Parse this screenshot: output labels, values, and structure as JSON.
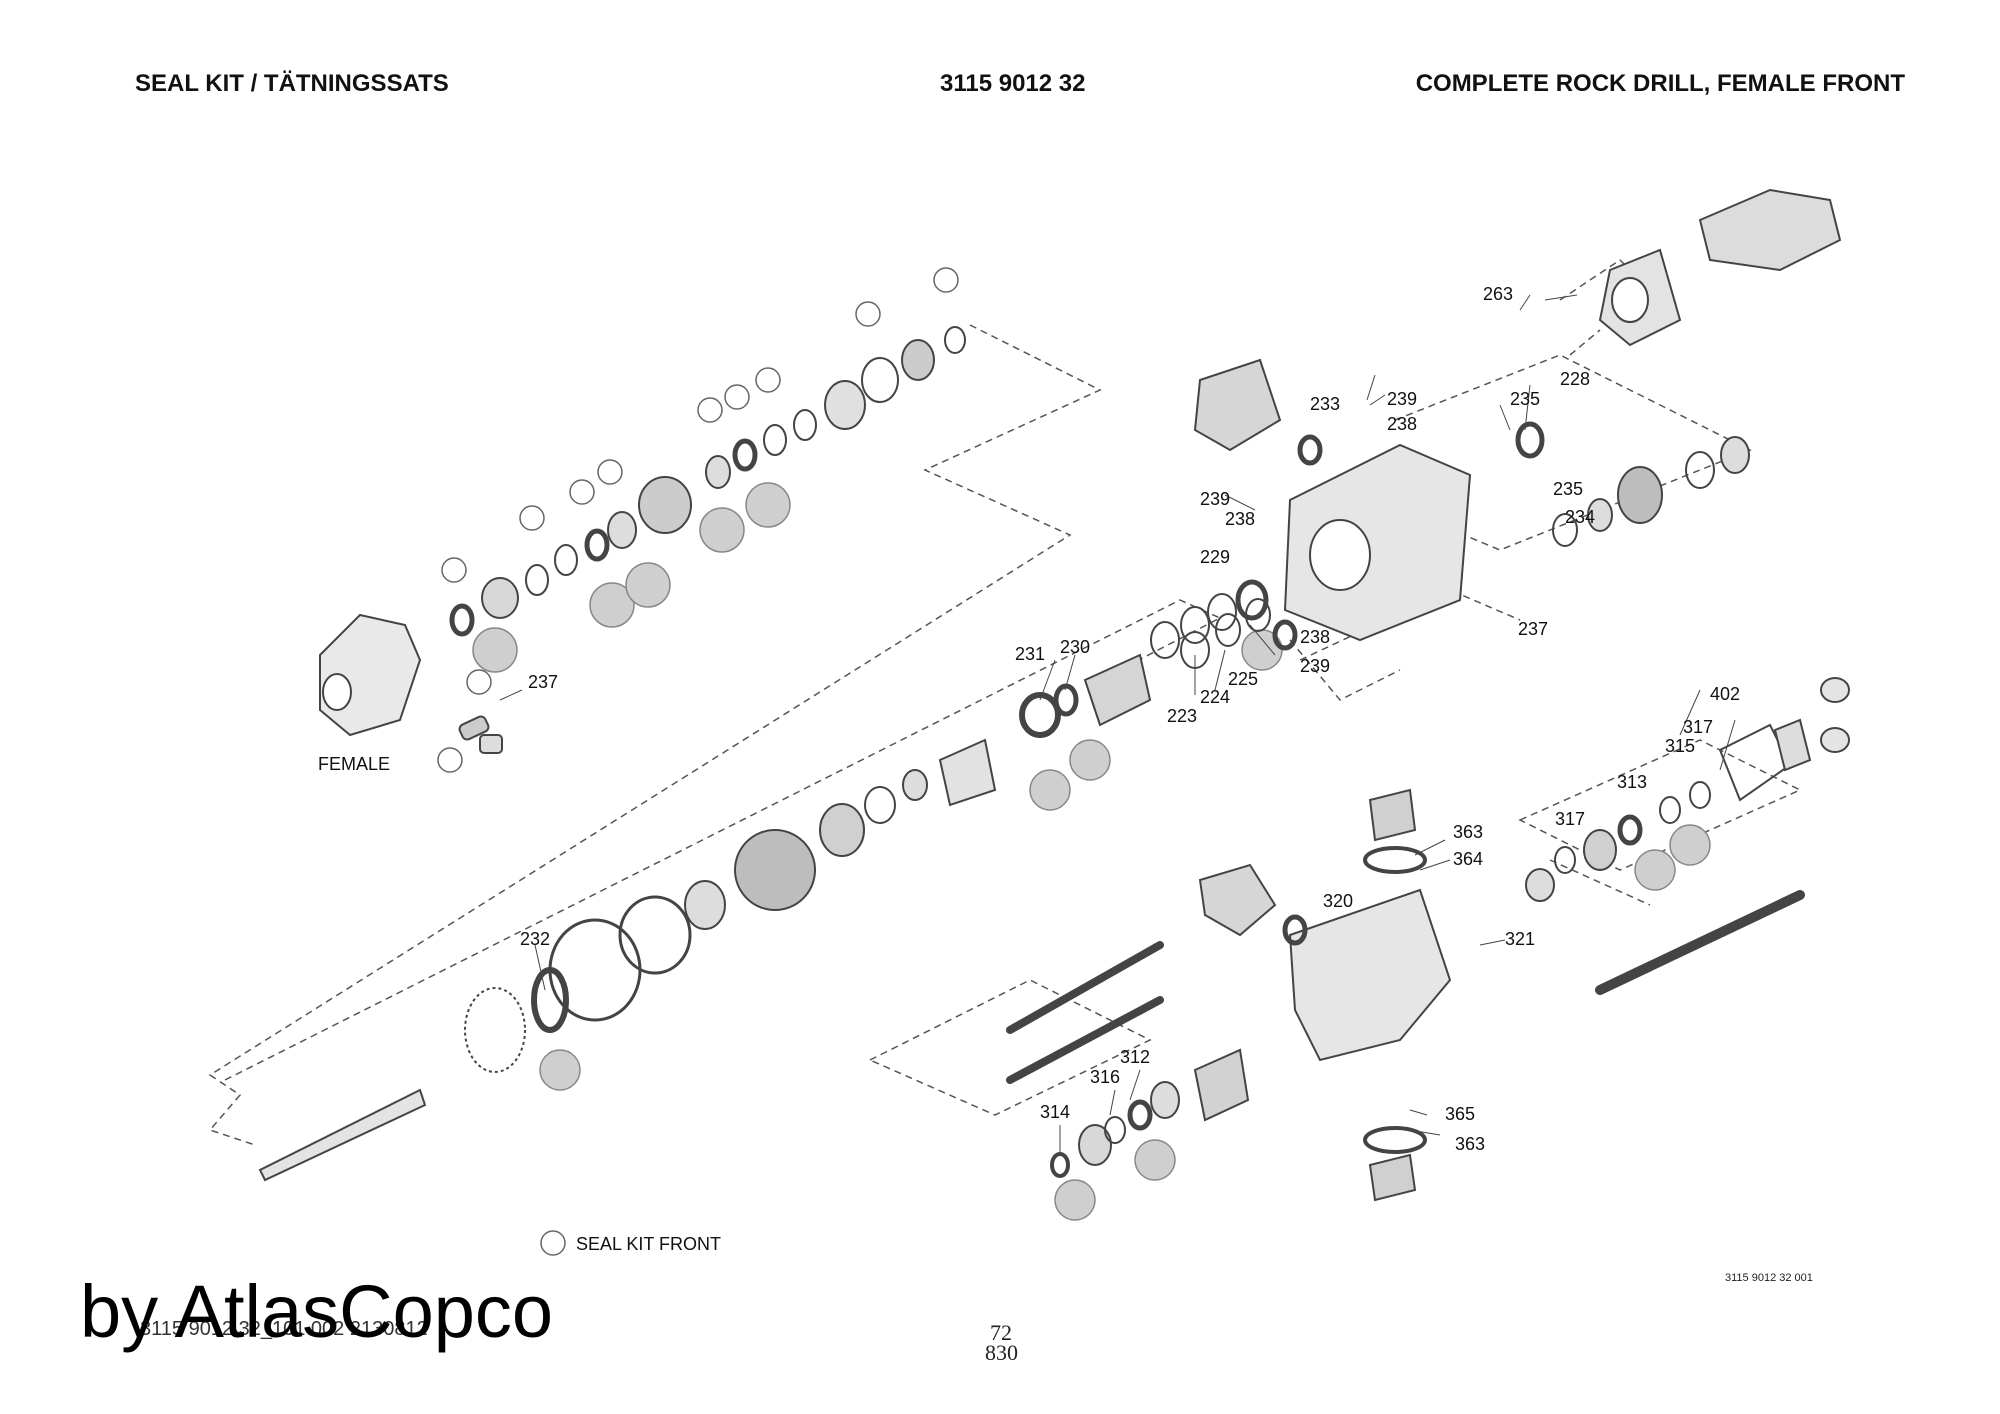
{
  "header": {
    "left": "SEAL KIT / TÄTNINGSSATS",
    "center": "3115 9012 32",
    "right": "COMPLETE ROCK DRILL, FEMALE FRONT"
  },
  "labels": {
    "female": "FEMALE",
    "legend": "SEAL KIT FRONT"
  },
  "callouts": [
    "263",
    "228",
    "235",
    "233",
    "239",
    "238",
    "239",
    "238",
    "235",
    "234",
    "229",
    "237",
    "238",
    "239",
    "231",
    "230",
    "223",
    "224",
    "225",
    "237",
    "402",
    "317",
    "315",
    "313",
    "317",
    "363",
    "364",
    "320",
    "321",
    "232",
    "365",
    "363",
    "312",
    "316",
    "314"
  ],
  "footer": {
    "figure_id": "3115 9012 32 001",
    "doc_id": "3115 9012 32_101 002 2130812",
    "page": "72",
    "page_sub": "830",
    "watermark": "by AtlasCopco"
  }
}
